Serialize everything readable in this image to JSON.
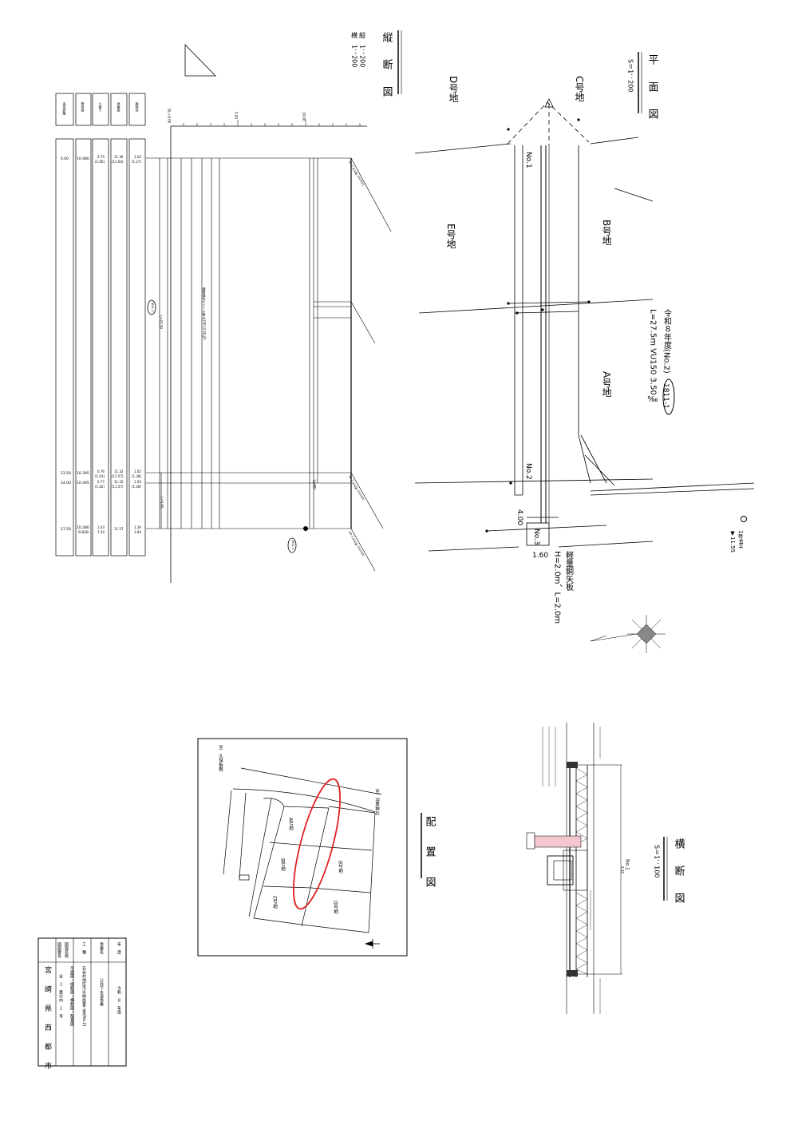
{
  "profile": {
    "title": "縦　断　図",
    "scale_v": "縦　1：200",
    "scale_h": "横　1：200",
    "row_headers": [
      "追加距離",
      "管底高",
      "土被り",
      "地盤高",
      "掘削深"
    ],
    "rows": [
      {
        "dist": "0.00",
        "invert": "10.480",
        "cover": "0.75",
        "cover2": "(1.00)",
        "ground": "11.36",
        "ground2": "(11.64)",
        "depth": "1.02",
        "depth2": "(1.27)"
      },
      {
        "dist": "23.50",
        "invert": "10.395",
        "cover": "0.76",
        "cover2": "(1.01)",
        "ground": "11.32",
        "ground2": "(11.57)",
        "depth": "1.02",
        "depth2": "(1.28)"
      },
      {
        "dist": "24.00",
        "invert": "10.395",
        "cover": "0.77",
        "cover2": "(1.02)",
        "ground": "11.32",
        "ground2": "(11.57)",
        "depth": "1.03",
        "depth2": "(1.28)"
      },
      {
        "dist": "27.50",
        "invert": "10.380",
        "invert2": "9.828",
        "cover": "1.03",
        "cover2": "1.54",
        "ground": "11.57",
        "depth": "1.29",
        "depth2": "1.84"
      }
    ],
    "dl_label": "DL＝9.00",
    "tick_labels": [
      "5.00",
      "10.00"
    ],
    "pipe_label": "L=23.50",
    "pipe_label2": "L=4.00",
    "pipe_spec": "硬質塩化ビニール管 φ150 (3.50‰)",
    "mh_label": "1号MH",
    "station_labels": [
      "No.1 汚水桝 (VU150)",
      "No.2 汚水桝 (VU150)",
      "No.3 汚水桝 (VU150)"
    ],
    "mh_badge": "1811-1",
    "mh_badge2": "1811-1"
  },
  "plan": {
    "title": "平　面　図",
    "scale": "S＝1：200",
    "lot_a": "A号地",
    "lot_b": "B号地",
    "lot_c": "C号地",
    "lot_d": "D号地",
    "lot_e": "E号地",
    "pipe_note": "令和８年度(No.2)",
    "pipe_badge": "1811-1",
    "pipe_note2": "L=27.5m VU150 3.50‰",
    "no1": "No.1",
    "no2": "No.2",
    "no3": "No.3",
    "dim_400": "4.00",
    "dim_160": "1.60",
    "plate_label": "軽量鋼矢板",
    "plate_spec": "H=2.0m、L=2.0m",
    "mh_label": "1号MH",
    "mh_level": "▼11.55"
  },
  "location": {
    "title": "配　置　図",
    "lot_a": "A号地",
    "lot_b": "B号地",
    "lot_c": "C号地",
    "lot_d": "D号地",
    "lot_e": "E号地",
    "road_top": "至　久保板敷",
    "road_right": "至　羽黒神社"
  },
  "cross": {
    "title": "横　断　図",
    "scale": "S＝1：100",
    "no1": "No.1",
    "width": "4.20"
  },
  "title_block": {
    "headers": [
      "年　度",
      "事業名",
      "工　種",
      "図面名称",
      "図面番号"
    ],
    "values": [
      "令和　８　年度",
      "公共下水道事業",
      "石谷村地区汚水桝設置工事(No.2)",
      "平面図・縦断図・横断図・配置図",
      "全　３　葉の内　１　号"
    ],
    "org": "宮　崎　県　西　都　市"
  },
  "colors": {
    "ink": "#000000",
    "highlight": "#e02020",
    "pipe_fill": "#f3c7cf"
  }
}
